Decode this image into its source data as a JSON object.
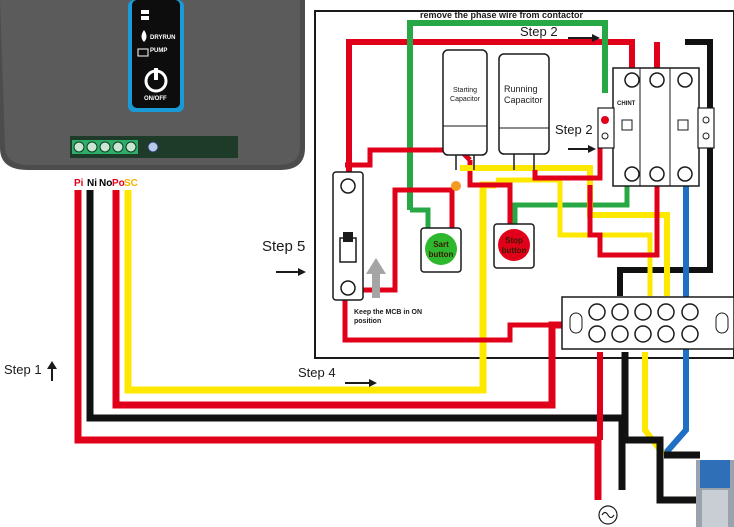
{
  "top_note": "remove the phase wire from contactor",
  "steps": {
    "step1": "Step 1",
    "step2_top": "Step 2",
    "step2_side": "Step 2",
    "step4": "Step 4",
    "step5": "Step 5"
  },
  "controller": {
    "menu_item_1": "DRYRUN",
    "menu_item_2": "PUMP",
    "power_label": "ON/OFF"
  },
  "terminals": [
    {
      "label": "Pi",
      "color": "#e1001a"
    },
    {
      "label": "Ni",
      "color": "#000000"
    },
    {
      "label": "No",
      "color": "#000000"
    },
    {
      "label": "Po",
      "color": "#e1001a"
    },
    {
      "label": "SC",
      "color": "#f2b400"
    }
  ],
  "components": {
    "starting_capacitor": "Starting Capacitor",
    "running_capacitor": "Running Capacitor",
    "contactor_brand": "CHINT",
    "start_button": "Sart button",
    "stop_button": "Stop button",
    "mcb_note": "Keep the MCB in ON position"
  },
  "wire_colors": {
    "red": "#e1001a",
    "black": "#111111",
    "yellow": "#ffe800",
    "green": "#28a745",
    "blue": "#1f6fc4"
  }
}
